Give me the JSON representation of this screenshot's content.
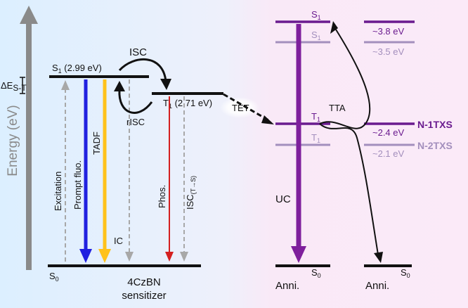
{
  "axis": {
    "label": "Energy (eV)"
  },
  "sensitizer": {
    "name": "4CzBN",
    "role": "sensitizer",
    "s1_label": "S",
    "s1_sub": "1",
    "s1_energy": " (2.99 eV)",
    "t1_label": "T",
    "t1_sub": "1",
    "t1_energy": " (2.71 eV)",
    "s0_label": "S",
    "s0_sub": "0",
    "delta_label": "ΔE",
    "delta_sub": "S-T"
  },
  "processes": {
    "isc": "ISC",
    "risc": "rISC",
    "tet": "TET",
    "tta": "TTA",
    "uc": "UC",
    "excitation": "Excitation",
    "prompt_fluo": "Prompt fluo.",
    "tadf": "TADF",
    "ic": "IC",
    "phos": "Phos.",
    "isc_ts": "ISC",
    "isc_ts_sub": "(T→S)"
  },
  "annihilators": {
    "label": "Anni.",
    "s0_label": "S",
    "s0_sub": "0",
    "s1_label": "S",
    "s1_sub": "1",
    "t1_label": "T",
    "t1_sub": "1",
    "n1": {
      "name": "N-1TXS",
      "s1_energy": "~3.8 eV",
      "t1_energy": "~2.4 eV"
    },
    "n2": {
      "name": "N-2TXS",
      "s1_energy": "~3.5 eV",
      "t1_energy": "~2.1 eV"
    }
  },
  "colors": {
    "n1": "#6a1b8f",
    "n2": "#a38fbd",
    "prompt": "#2020e0",
    "tadf": "#ffc21a",
    "phos": "#d42020",
    "gray": "#a8a8a8",
    "uc": "#7e1f9c"
  }
}
